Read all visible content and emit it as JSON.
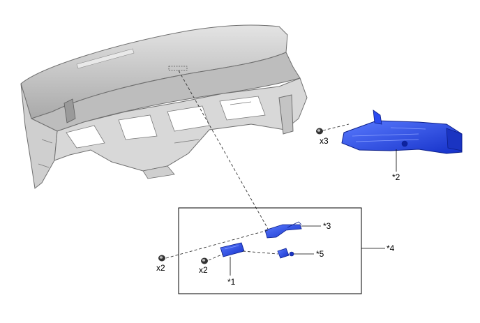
{
  "colors": {
    "part_blue": "#1f3fe0",
    "part_blue_light": "#4a6cff",
    "dash_gray": "#c9c9c9",
    "dash_dark": "#8e8e8e",
    "line": "#000000"
  },
  "callouts": {
    "c1": "*1",
    "c2": "*2",
    "c3": "*3",
    "c4": "*4",
    "c5": "*5"
  },
  "quantities": {
    "q_clip_left": "x2",
    "q_clip_mid": "x2",
    "q_clip_duct": "x3"
  },
  "icons": [
    "clip-icon",
    "clip-icon",
    "clip-icon"
  ]
}
